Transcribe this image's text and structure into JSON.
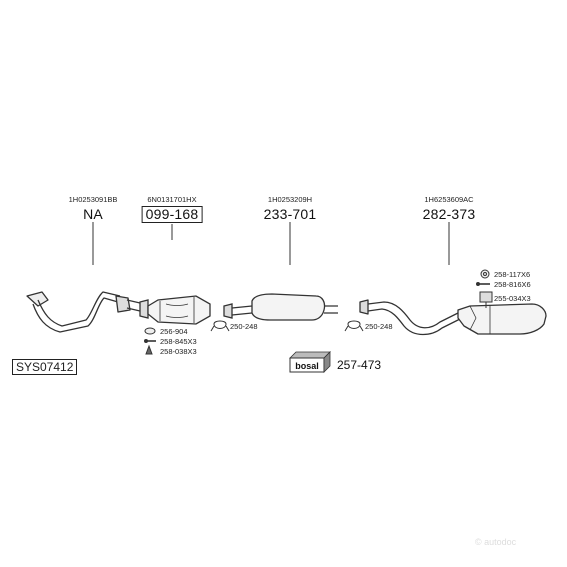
{
  "groups": [
    {
      "oem": "1H0253091BB",
      "part": "NA"
    },
    {
      "oem": "6N0131701HX",
      "part": "099-168"
    },
    {
      "oem": "1H0253209H",
      "part": "233-701"
    },
    {
      "oem": "1H6253609AC",
      "part": "282-373"
    }
  ],
  "fittings": {
    "cat_group": [
      "256-904",
      "258-845X3",
      "258-038X3"
    ],
    "clamp_1": "250-248",
    "clamp_2": "250-248",
    "rear_group": [
      "258-117X6",
      "258-816X6",
      "255-034X3"
    ]
  },
  "system_code": "SYS07412",
  "brand": {
    "logo_text": "bosal",
    "code": "257-473"
  },
  "watermark": "© autodoc"
}
